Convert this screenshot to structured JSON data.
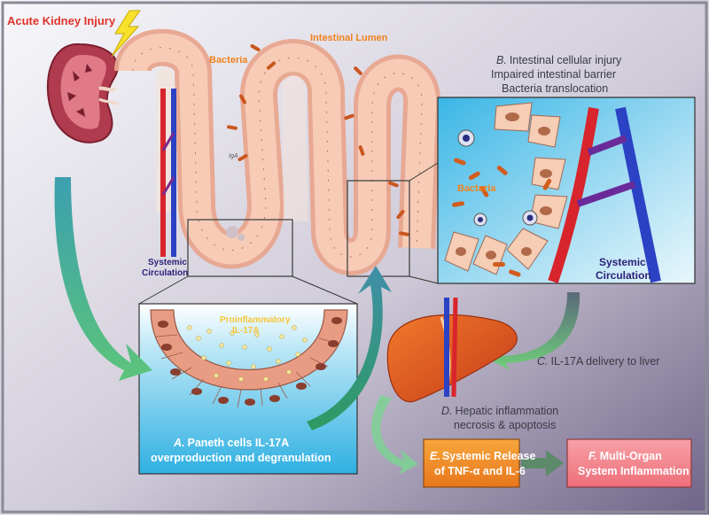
{
  "title": "Acute Kidney Injury",
  "labels": {
    "intestinal_lumen": "Intestinal Lumen",
    "bacteria_top": "Bacteria",
    "bacteria_inset": "Bacteria",
    "systemic_circulation_left": [
      "Systemic",
      "Circulation"
    ],
    "systemic_circulation_right": [
      "Systemic",
      "Circulation"
    ],
    "proinflammatory": [
      "Proinflammatory",
      "IL-17A"
    ],
    "iga": "IgA"
  },
  "steps": {
    "a": {
      "letter": "A.",
      "line1": "Paneth cells IL-17A",
      "line2": "overproduction and degranulation"
    },
    "b": {
      "letter": "B.",
      "line1": "Intestinal cellular injury",
      "line2": "Impaired intestinal barrier",
      "line3": "Bacteria translocation"
    },
    "c": {
      "letter": "C.",
      "text": "IL-17A delivery to liver"
    },
    "d": {
      "letter": "D.",
      "line1": "Hepatic inflammation",
      "line2": "necrosis & apoptosis"
    },
    "e": {
      "letter": "E.",
      "line1": "Systemic Release",
      "line2": "of TNF-α and IL-6"
    },
    "f": {
      "letter": "F.",
      "line1": "Multi-Organ",
      "line2": "System Inflammation"
    }
  },
  "colors": {
    "background_top": "#f4f4f8",
    "background_bottom": "#7b6f92",
    "panel_blue": "#3cb8e6",
    "box_e": "#f08c28",
    "box_f": "#f07a84",
    "arrow_green": "#4fb877",
    "title_red": "#e0322a",
    "orange_label": "#f0821e",
    "navy_label": "#2a1f78"
  }
}
